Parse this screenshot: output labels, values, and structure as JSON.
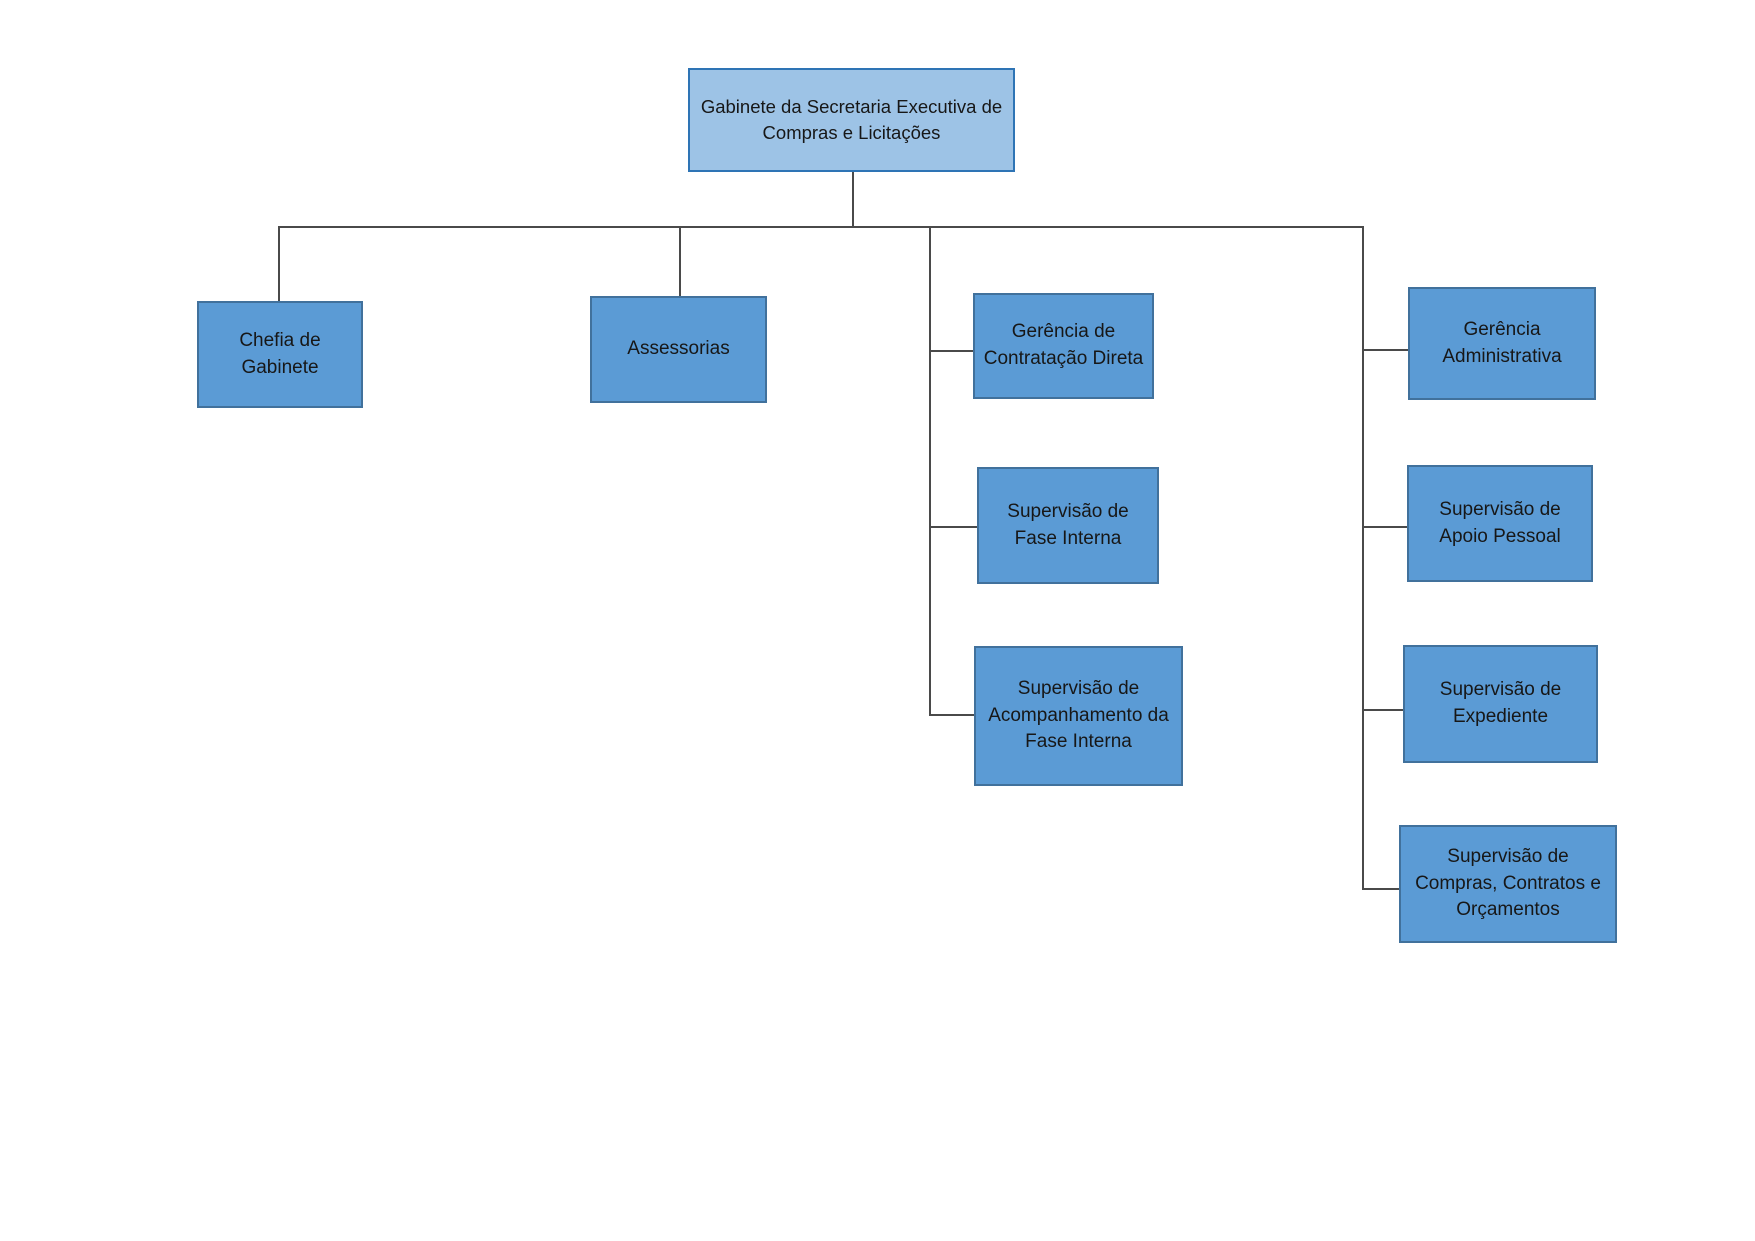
{
  "diagram": {
    "type": "org-chart",
    "colors": {
      "background": "#FFFFFF",
      "root_fill": "#9DC3E6",
      "root_border": "#2E74B5",
      "node_fill": "#5B9BD5",
      "node_border": "#41719C",
      "connector": "#4A4A4A",
      "text": "#171717"
    },
    "nodes": {
      "root": "Gabinete da Secretaria Executiva de Compras e Licitações",
      "chefia": "Chefia de Gabinete",
      "assessorias": "Assessorias",
      "mid_branch": [
        "Gerência de Contratação Direta",
        "Supervisão de Fase Interna",
        "Supervisão de Acompanhamento da Fase Interna"
      ],
      "right_branch": [
        "Gerência Administrativa",
        "Supervisão de Apoio Pessoal",
        "Supervisão de Expediente",
        "Supervisão de Compras, Contratos e Orçamentos"
      ]
    }
  }
}
